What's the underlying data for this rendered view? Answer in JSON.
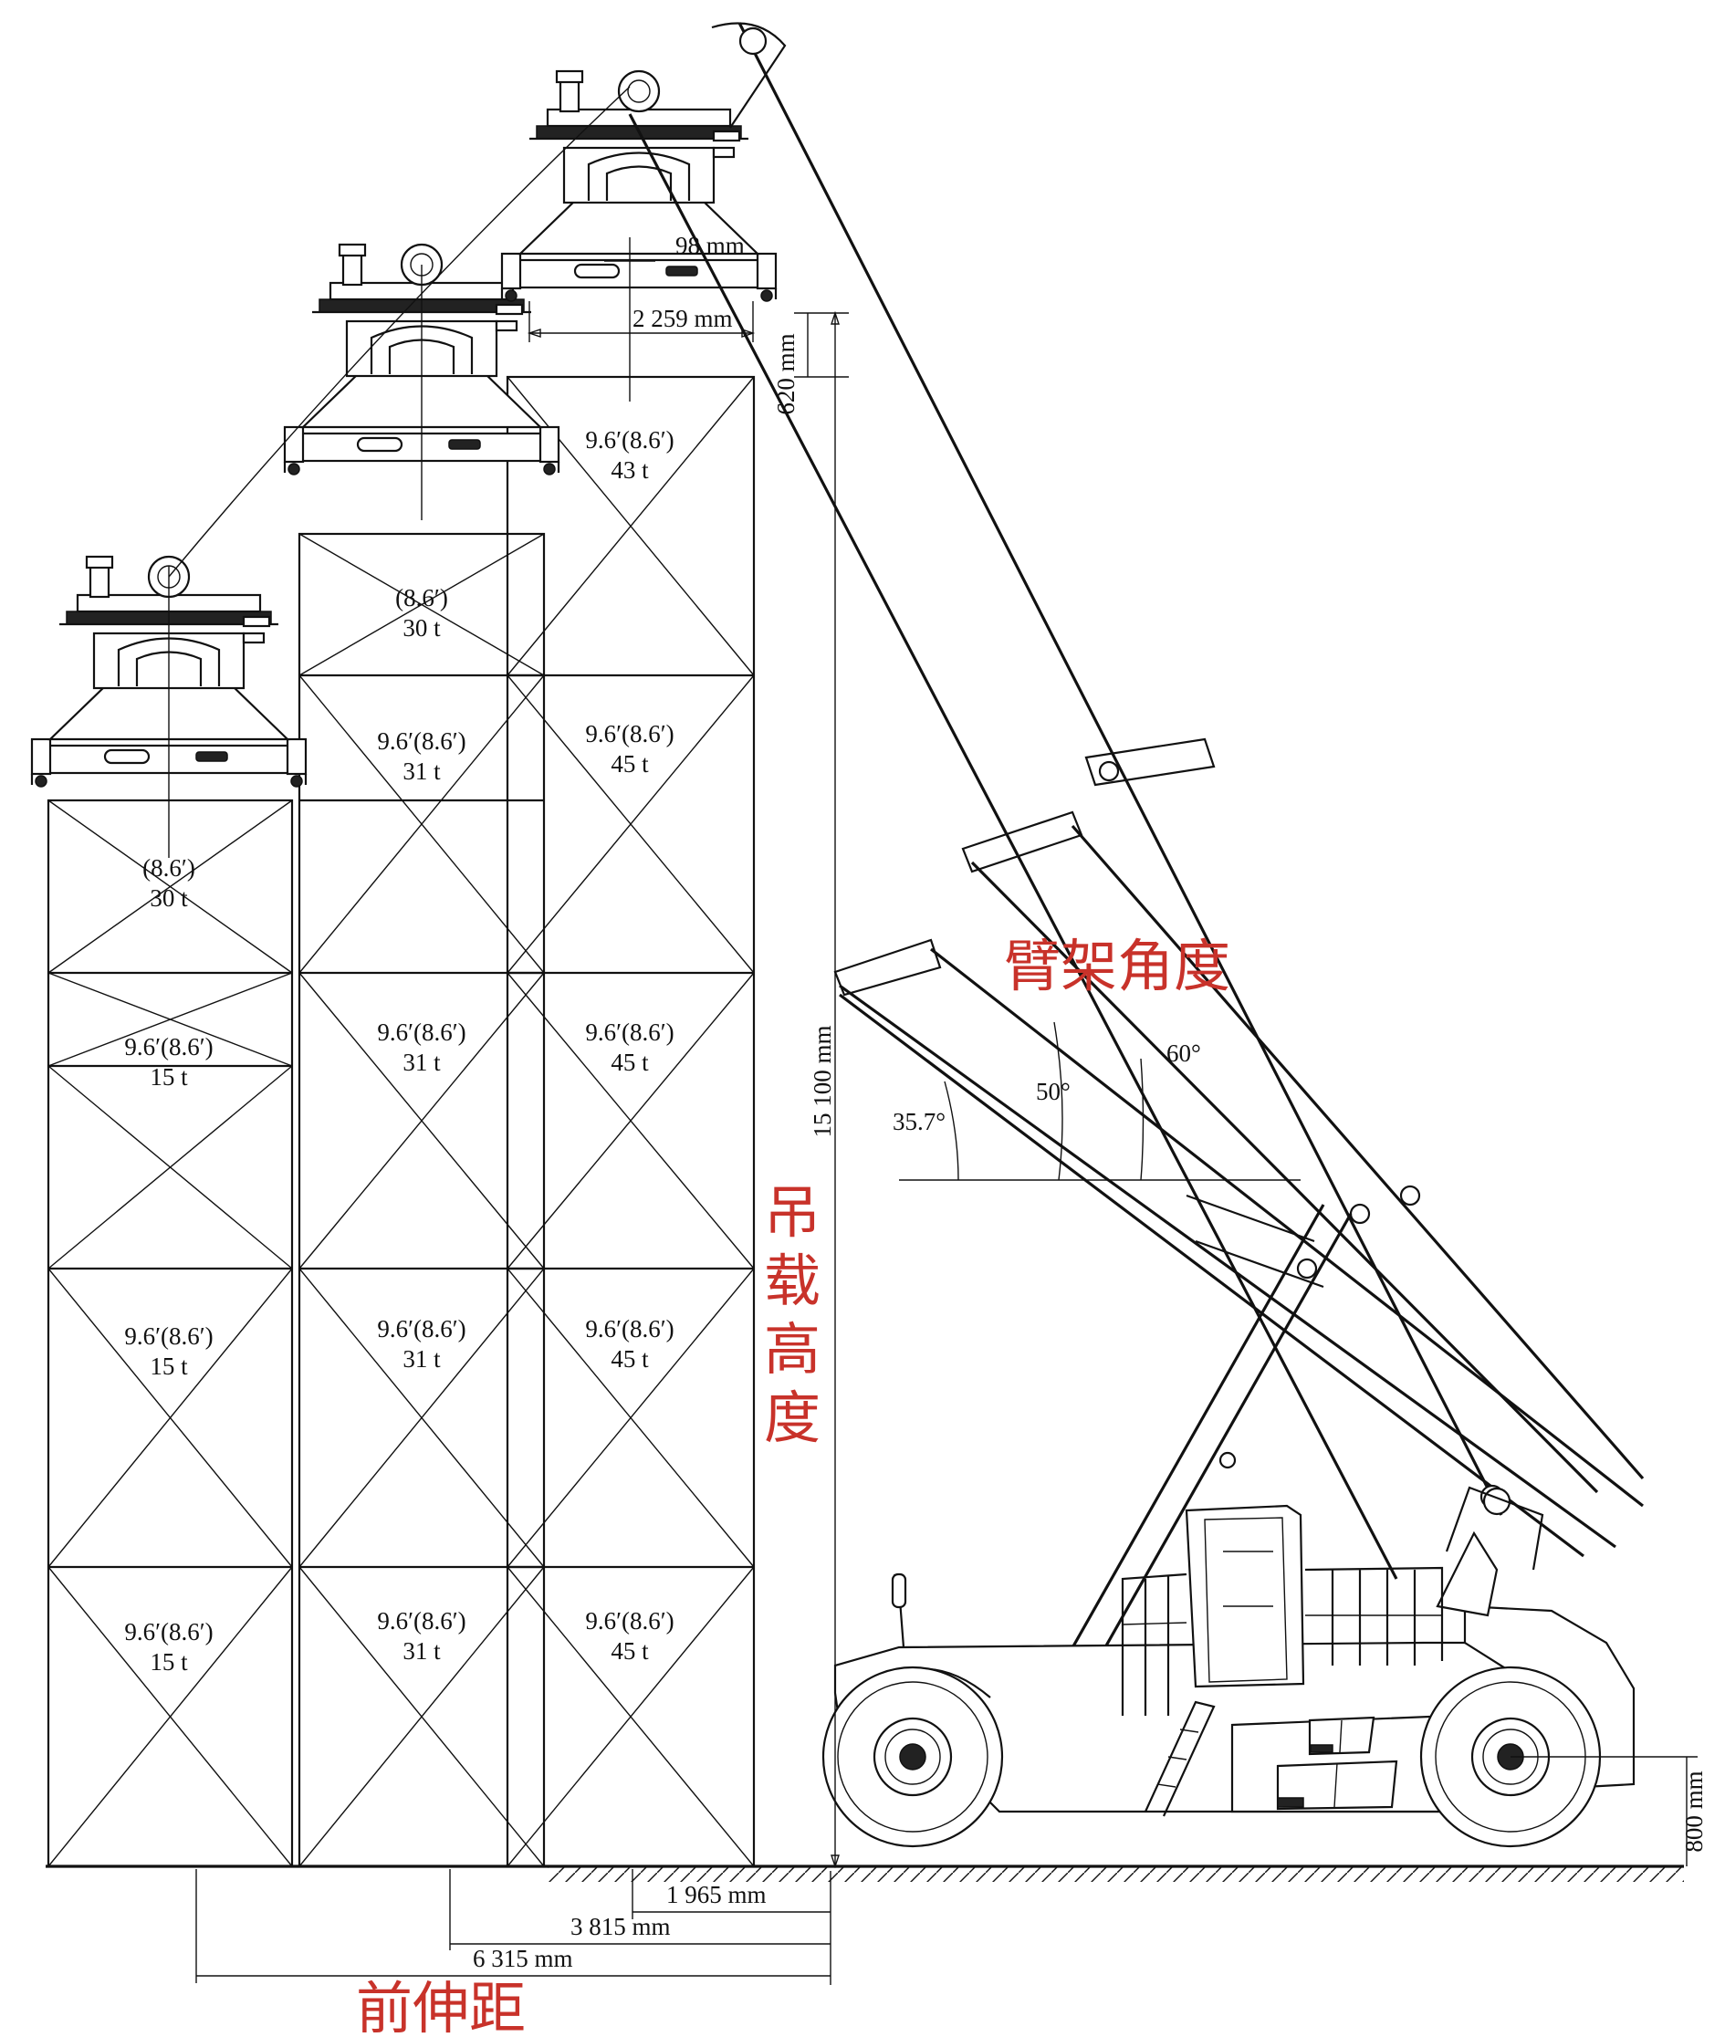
{
  "labels": {
    "boom_angle": "臂架角度",
    "lift_height": "吊载高度",
    "front_reach": "前伸距"
  },
  "dimensions": {
    "d98": "98 mm",
    "d2259": "2 259 mm",
    "d620": "620 mm",
    "d15100": "15 100 mm",
    "d1965": "1 965 mm",
    "d3815": "3 815 mm",
    "d6315": "6 315 mm",
    "d800": "800 mm"
  },
  "angles": {
    "a357": "35.7°",
    "a50": "50°",
    "a60": "60°"
  },
  "stacks": {
    "left": [
      {
        "size": "(8.6′)",
        "weight": "30 t"
      },
      {
        "size": "9.6′(8.6′)",
        "weight": "15 t"
      },
      {
        "size": "9.6′(8.6′)",
        "weight": "15 t"
      },
      {
        "size": "9.6′(8.6′)",
        "weight": "15 t"
      }
    ],
    "middle": [
      {
        "size": "(8.6′)",
        "weight": "30 t"
      },
      {
        "size": "9.6′(8.6′)",
        "weight": "31 t"
      },
      {
        "size": "9.6′(8.6′)",
        "weight": "31 t"
      },
      {
        "size": "9.6′(8.6′)",
        "weight": "31 t"
      },
      {
        "size": "9.6′(8.6′)",
        "weight": "31 t"
      }
    ],
    "right": [
      {
        "size": "9.6′(8.6′)",
        "weight": "43 t"
      },
      {
        "size": "9.6′(8.6′)",
        "weight": "45 t"
      },
      {
        "size": "9.6′(8.6′)",
        "weight": "45 t"
      },
      {
        "size": "9.6′(8.6′)",
        "weight": "45 t"
      },
      {
        "size": "9.6′(8.6′)",
        "weight": "45 t"
      }
    ]
  },
  "colors": {
    "accent_text": "#c8322a",
    "line": "#111111"
  }
}
